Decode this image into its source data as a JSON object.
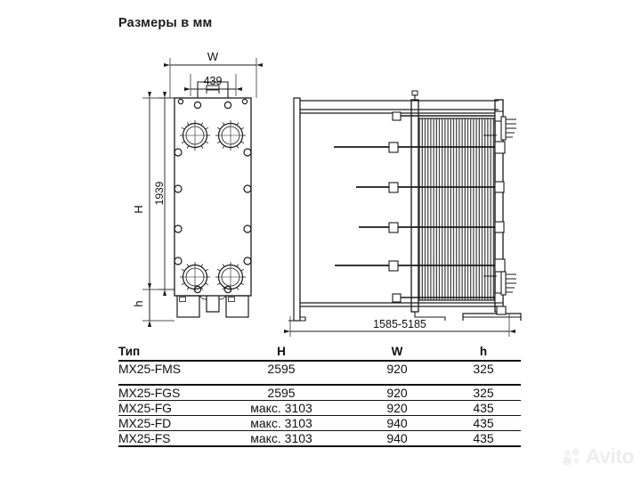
{
  "page": {
    "title": "Размеры в мм",
    "background": "#ffffff",
    "line_color": "#1a1a1a"
  },
  "front_view": {
    "name": "front-elevation-drawing",
    "dimensions": {
      "width_label": "W",
      "inner_width": "439",
      "height_label": "H",
      "plate_height": "1939",
      "foot_height_label": "h"
    },
    "ports": 4,
    "port_bolts_per_flange": 12
  },
  "side_view": {
    "name": "side-elevation-drawing",
    "dimensions": {
      "frame_length": "1585-5185"
    },
    "tie_bolts": 6,
    "plate_pack_lines": 34
  },
  "table": {
    "headers": {
      "type": "Тип",
      "h": "H",
      "w": "W",
      "hh": "h"
    },
    "rows": [
      {
        "type": "MX25-FMS",
        "h": "2595",
        "w": "920",
        "hh": "325"
      },
      {
        "type": "MX25-FGS",
        "h": "2595",
        "w": "920",
        "hh": "325"
      },
      {
        "type": "MX25-FG",
        "h": "макс. 3103",
        "w": "920",
        "hh": "435"
      },
      {
        "type": "MX25-FD",
        "h": "макс. 3103",
        "w": "940",
        "hh": "435"
      },
      {
        "type": "MX25-FS",
        "h": "макс. 3103",
        "w": "940",
        "hh": "435"
      }
    ]
  },
  "watermark": {
    "text": "Avito"
  }
}
